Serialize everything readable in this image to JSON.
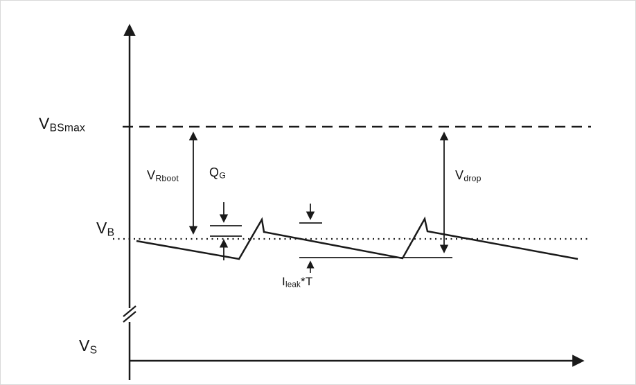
{
  "figure": {
    "background_color": "#ffffff",
    "line_color": "#1a1a1a",
    "description_labels": {
      "v_bsmax": {
        "main": "V",
        "sub": "BSmax"
      },
      "v_rboot": {
        "main": "V",
        "sub": "Rboot"
      },
      "q_g": {
        "main": "Q",
        "sub": "G"
      },
      "v_drop": {
        "main": "V",
        "sub": "drop"
      },
      "v_b": {
        "main": "V",
        "sub": "B"
      },
      "i_leak": {
        "main": "I",
        "sub": "leak",
        "suffix": "*T"
      },
      "v_s": {
        "main": "V",
        "sub": "S"
      }
    }
  }
}
